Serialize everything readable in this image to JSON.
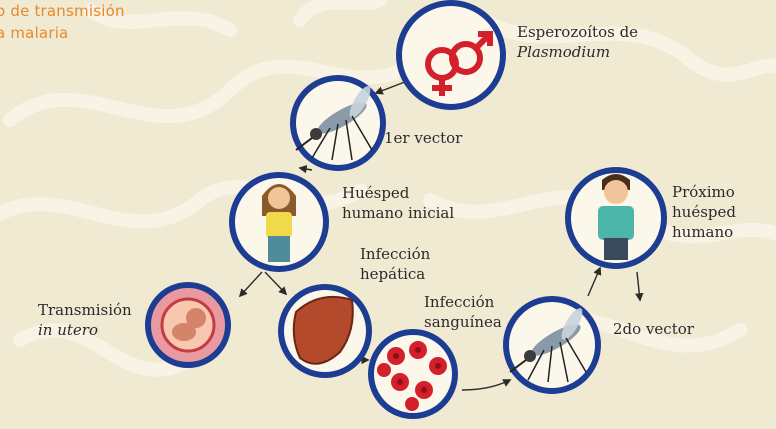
{
  "title": {
    "line1": "o de transmisión",
    "line2": "a malaria"
  },
  "labels": {
    "sporozoites_line1": "Esperozoítos de",
    "sporozoites_line2": "Plasmodium",
    "first_vector": "1er vector",
    "initial_host_line1": "Huésped",
    "initial_host_line2": "humano inicial",
    "liver_infection_line1": "Infección",
    "liver_infection_line2": "hepática",
    "blood_infection_line1": "Infección",
    "blood_infection_line2": "sanguínea",
    "second_vector": "2do vector",
    "next_host_line1": "Próximo",
    "next_host_line2": "huésped",
    "next_host_line3": "humano",
    "in_utero_line1": "Transmisión",
    "in_utero_line2": "in utero"
  },
  "colors": {
    "ring": "#1d3d93",
    "title": "#e8892a",
    "background": "#f1ead3",
    "swirl": "#f8f3e4",
    "blood": "#d4202b",
    "liver": "#b34a2c"
  }
}
